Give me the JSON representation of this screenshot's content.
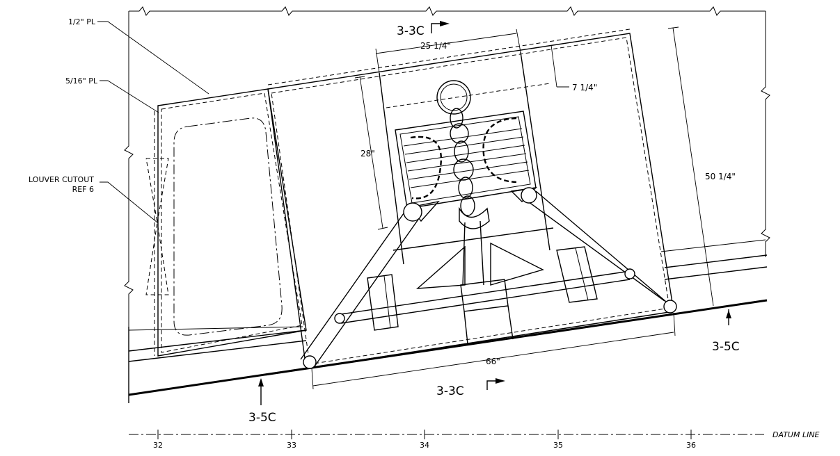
{
  "callouts": {
    "half_inch_pl": "1/2\" PL",
    "five_sixteenth_pl": "5/16\" PL",
    "louver_line1": "LOUVER CUTOUT",
    "louver_line2": "REF 6"
  },
  "dimensions": {
    "width_top": "25 1/4\"",
    "offset_top": "7 1/4\"",
    "height_left": "28\"",
    "height_right": "50 1/4\"",
    "width_bottom": "66\""
  },
  "section_marks": {
    "section_3_3c": "3-3C",
    "section_3_5c": "3-5C"
  },
  "frame_numbers": [
    "32",
    "33",
    "34",
    "35",
    "36"
  ],
  "datum_label": "DATUM LINE"
}
